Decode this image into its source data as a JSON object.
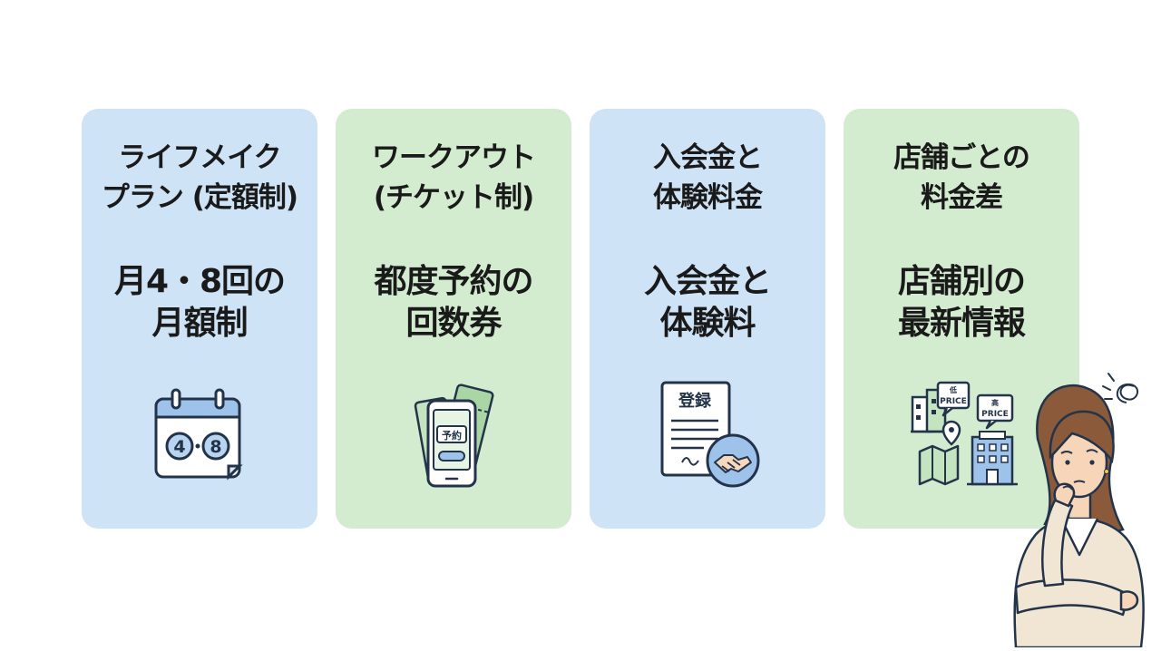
{
  "cards": [
    {
      "title_lines": [
        "ライフメイク",
        "プラン (定額制)"
      ],
      "sub_lines": [
        "月4・8回の",
        "月額制"
      ],
      "color": "#cfe3f7",
      "icon": "calendar-icon",
      "icon_text": [
        "4",
        "8"
      ]
    },
    {
      "title_lines": [
        "ワークアウト",
        "(チケット制)"
      ],
      "sub_lines": [
        "都度予約の",
        "回数券"
      ],
      "color": "#d3ecd0",
      "icon": "phone-ticket-icon",
      "icon_text": [
        "予約"
      ]
    },
    {
      "title_lines": [
        "入会金と",
        "体験料金"
      ],
      "sub_lines": [
        "入会金と",
        "体験料"
      ],
      "color": "#cfe3f7",
      "icon": "document-handshake-icon",
      "icon_text": [
        "登録"
      ]
    },
    {
      "title_lines": [
        "店舗ごとの",
        "料金差"
      ],
      "sub_lines": [
        "店舗別の",
        "最新情報"
      ],
      "color": "#d3ecd0",
      "icon": "store-price-map-icon",
      "icon_text": [
        "低",
        "PRICE",
        "高",
        "PRICE"
      ]
    }
  ],
  "illustration": "thinking-woman-icon"
}
